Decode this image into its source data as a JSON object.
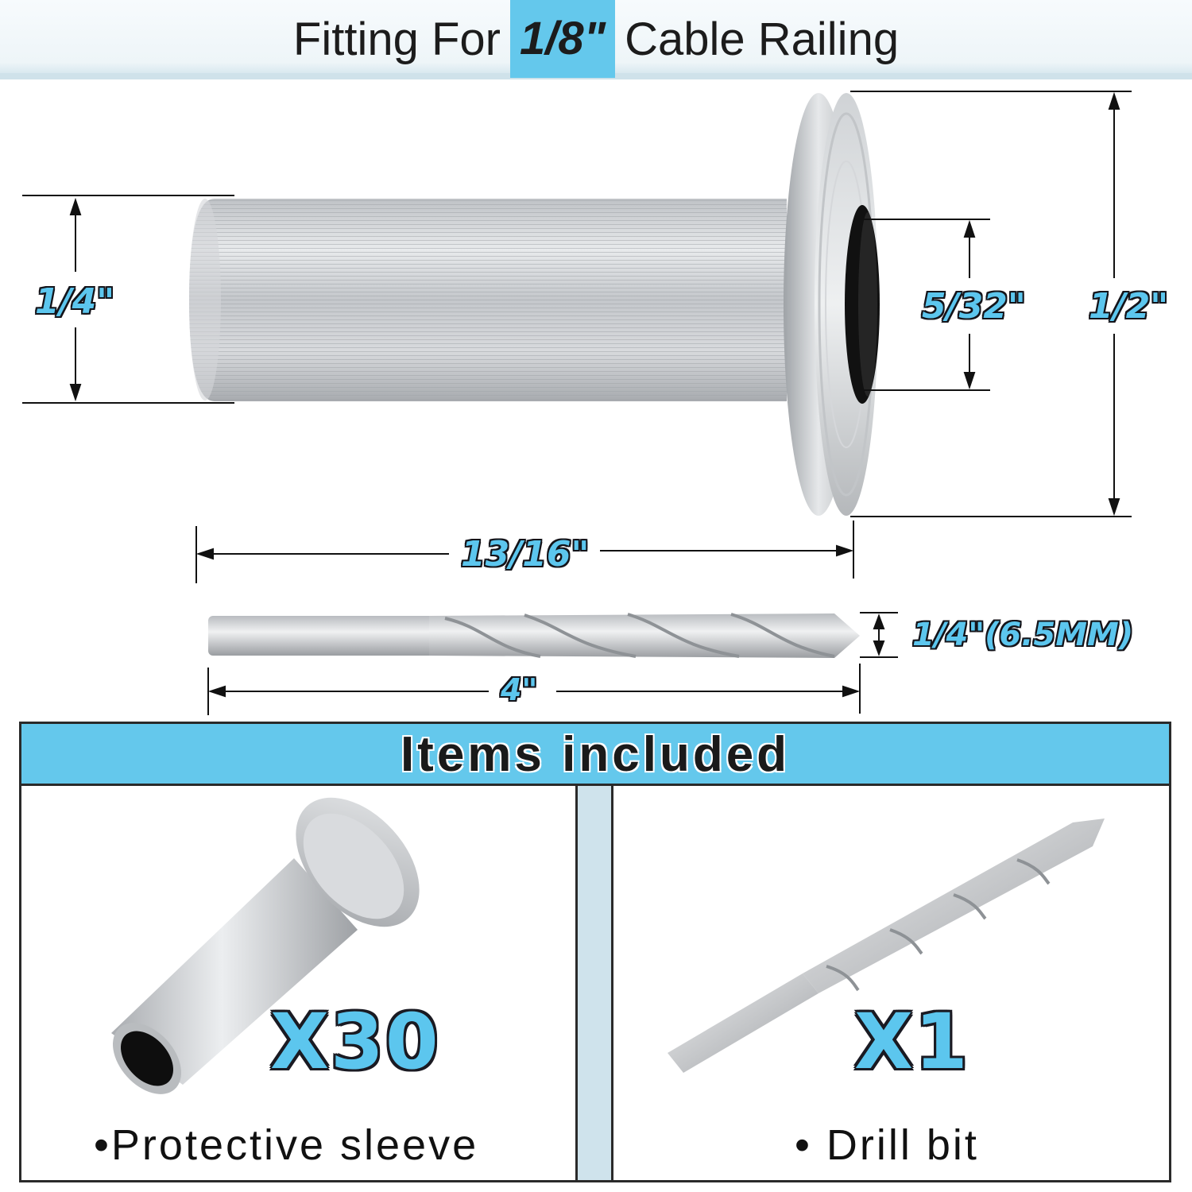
{
  "header": {
    "title_prefix": "Fitting For",
    "title_highlight": "1/8\"",
    "title_suffix": "Cable Railing"
  },
  "dimensions": {
    "sleeve_outer_diameter": "1/4\"",
    "inner_hole_diameter": "5/32\"",
    "flange_diameter": "1/2\"",
    "sleeve_length": "13/16\"",
    "drill_diameter": "1/4\"(6.5MM)",
    "drill_length": "4\""
  },
  "items": {
    "title": "Items included",
    "list": [
      {
        "quantity": "X30",
        "label": "•Protective sleeve"
      },
      {
        "quantity": "X1",
        "label": "• Drill bit"
      }
    ]
  },
  "colors": {
    "accent": "#64c8ec",
    "text": "#1c1c1c",
    "metal": "#c9ccd0"
  }
}
